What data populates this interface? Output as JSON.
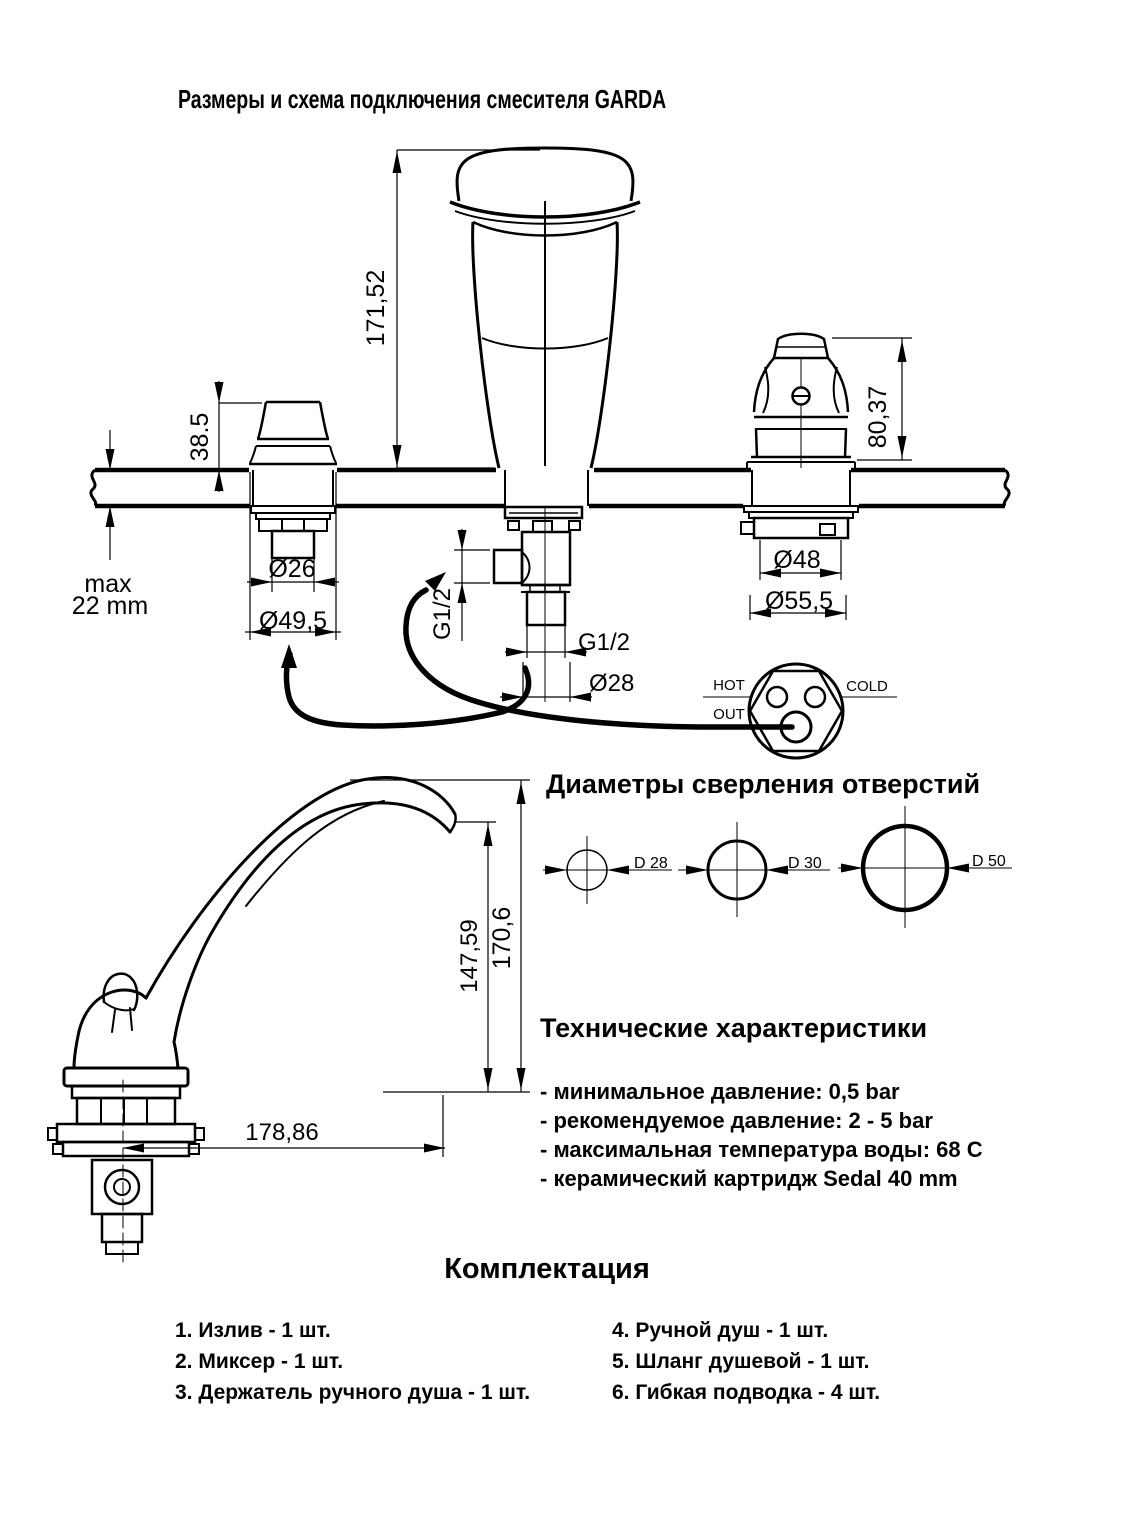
{
  "title": "Размеры и схема подключения смесителя GARDA",
  "dims": {
    "mixer_height": "171,52",
    "holder_left_height": "38.5",
    "deck_max_line1": "max",
    "deck_max_line2": "22 mm",
    "spout_hole_inner": "Ø26",
    "spout_hole_outer": "Ø49,5",
    "holder_right_height": "80,37",
    "shower_hole_inner": "Ø48",
    "shower_hole_outer": "Ø55,5",
    "side_outlet_thread": "G1/2",
    "bottom_thread": "G1/2",
    "mixer_hole": "Ø28",
    "spout_inner_height": "147,59",
    "spout_outer_height": "170,6",
    "spout_length": "178,86"
  },
  "connections": {
    "hot": "HOT",
    "cold": "COLD",
    "out": "OUT"
  },
  "drill": {
    "heading": "Диаметры сверления отверстий",
    "d1": "D 28",
    "d2": "D 30",
    "d3": "D 50"
  },
  "specs": {
    "heading": "Технические характеристики",
    "items": [
      "- минимальное давление: 0,5 bar",
      "- рекомендуемое давление: 2 - 5 bar",
      "- максимальная температура воды: 68 C",
      "- керамический картридж Sedal 40 mm"
    ]
  },
  "package": {
    "heading": "Комплектация",
    "items_left": [
      "1. Излив - 1 шт.",
      "2. Миксер - 1 шт.",
      "3. Держатель ручного душа - 1 шт."
    ],
    "items_right": [
      "4. Ручной душ - 1 шт.",
      "5. Шланг душевой - 1 шт.",
      "6. Гибкая подводка - 4 шт."
    ]
  }
}
